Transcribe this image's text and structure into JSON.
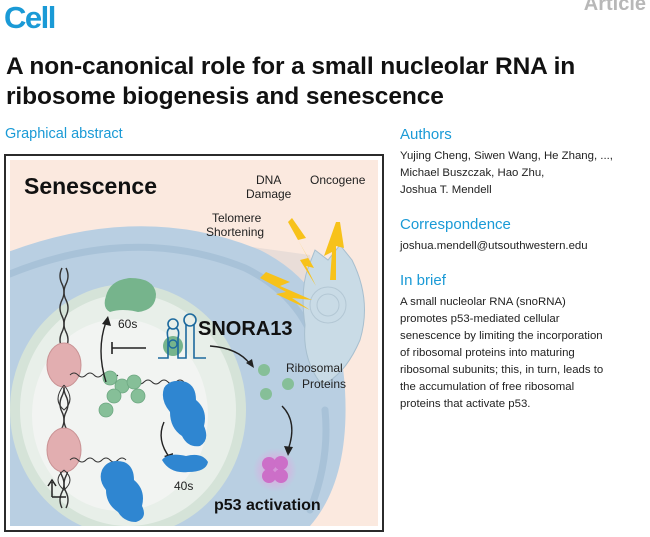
{
  "header": {
    "journal": "Cell",
    "article_type": "Article",
    "title": "A non-canonical role for a small nucleolar RNA in ribosome biogenesis and senescence"
  },
  "graphical_abstract": {
    "heading": "Graphical abstract",
    "labels": {
      "senescence": "Senescence",
      "dna_damage_1": "DNA",
      "dna_damage_2": "Damage",
      "oncogene": "Oncogene",
      "telomere_1": "Telomere",
      "telomere_2": "Shortening",
      "snora13": "SNORA13",
      "subunit_60s": "60s",
      "subunit_40s": "40s",
      "ribosomal_1": "Ribosomal",
      "ribosomal_2": "Proteins",
      "p53": "p53 activation"
    },
    "colors": {
      "background": "#fbe9df",
      "cytoplasm": "#b9cfe2",
      "nucleus": "#e7eee8",
      "ribosome_60s": "#76b48c",
      "ribosome_40s": "#2f86d1",
      "polymerase": "#e2aeb0",
      "p53": "#cc6fc8",
      "lightning": "#f7c21a"
    }
  },
  "authors": {
    "heading": "Authors",
    "line1": "Yujing Cheng, Siwen Wang, He Zhang, ...,",
    "line2": "Michael Buszczak, Hao Zhu,",
    "line3": "Joshua T. Mendell"
  },
  "correspondence": {
    "heading": "Correspondence",
    "email": "joshua.mendell@utsouthwestern.edu"
  },
  "in_brief": {
    "heading": "In brief",
    "lines": [
      "A small nucleolar RNA (snoRNA)",
      "promotes p53-mediated cellular",
      "senescence by limiting the incorporation",
      "of ribosomal proteins into maturing",
      "ribosomal subunits; this, in turn, leads to",
      "the accumulation of free ribosomal",
      "proteins that activate p53."
    ]
  }
}
